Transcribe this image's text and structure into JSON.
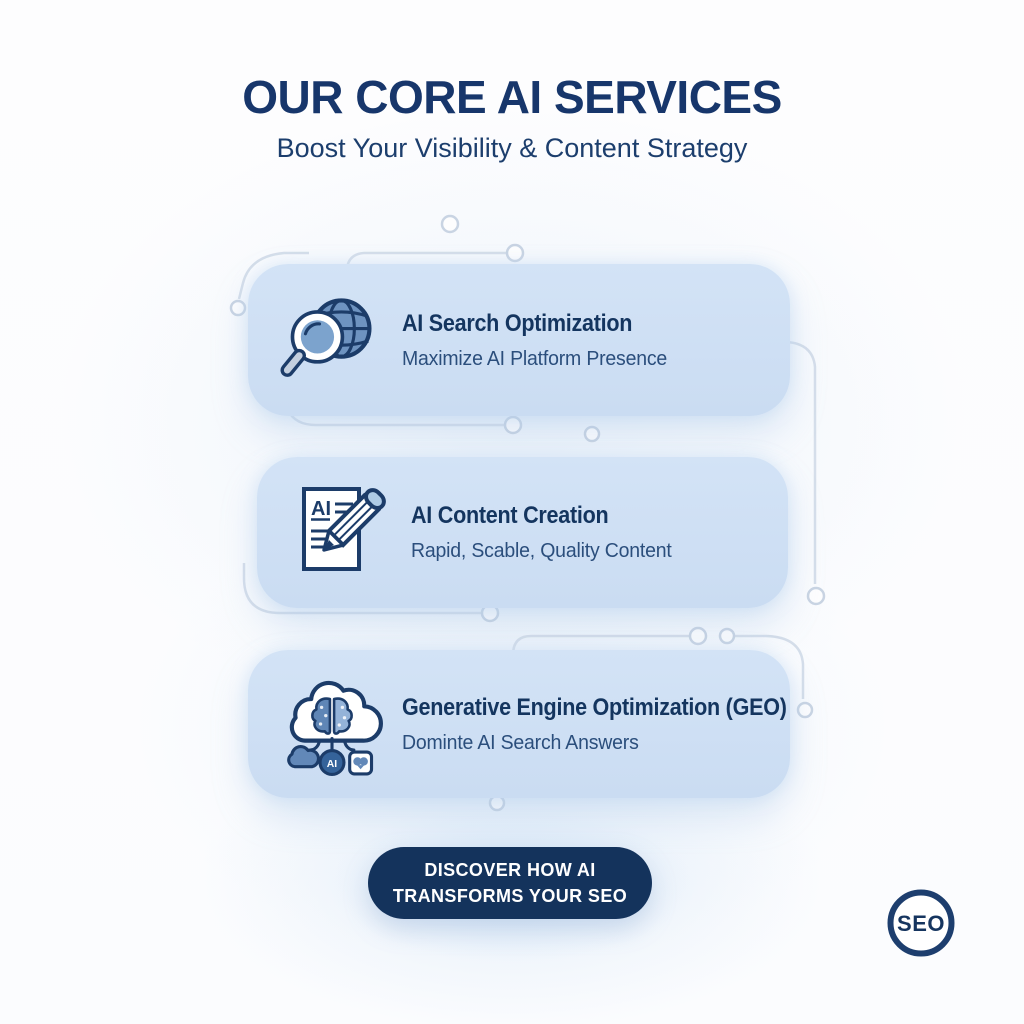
{
  "header": {
    "title": "OUR CORE AI SERVICES",
    "subtitle": "Boost Your Visibility & Content Strategy"
  },
  "cards": [
    {
      "title": "AI Search Optimization",
      "subtitle": "Maximize AI Platform Presence",
      "icon": "search-globe-icon"
    },
    {
      "title": "AI Content Creation",
      "subtitle": "Rapid, Scable, Quality Content",
      "icon": "document-pencil-icon"
    },
    {
      "title": "Generative Engine Optimization (GEO)",
      "subtitle": "Dominte AI Search Answers",
      "icon": "cloud-brain-icon"
    }
  ],
  "icon_labels": {
    "document_ai": "AI",
    "ai_badge": "AI"
  },
  "cta": {
    "line1": "DISCOVER HOW AI",
    "line2": "TRANSFORMS YOUR SEO"
  },
  "badge": {
    "label": "SEO"
  },
  "colors": {
    "navy": "#16355f",
    "navy_dark": "#14335c",
    "card_bg": "#cfe0f4",
    "icon_blue": "#6e93c0",
    "icon_light_blue": "#aecbe6",
    "trace": "#d5deea",
    "background": "#fdfdfe"
  }
}
